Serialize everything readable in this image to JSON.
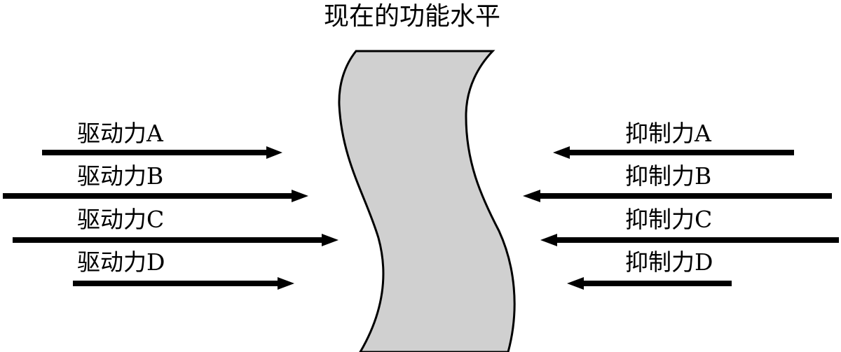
{
  "title": "现在的功能水平",
  "colors": {
    "shape_fill": "#d0d0d0",
    "stroke": "#000000",
    "background": "#ffffff"
  },
  "driving_forces": [
    {
      "label": "驱动力A"
    },
    {
      "label": "驱动力B"
    },
    {
      "label": "驱动力C"
    },
    {
      "label": "驱动力D"
    }
  ],
  "restraining_forces": [
    {
      "label": "抑制力A"
    },
    {
      "label": "抑制力B"
    },
    {
      "label": "抑制力C"
    },
    {
      "label": "抑制力D"
    }
  ]
}
